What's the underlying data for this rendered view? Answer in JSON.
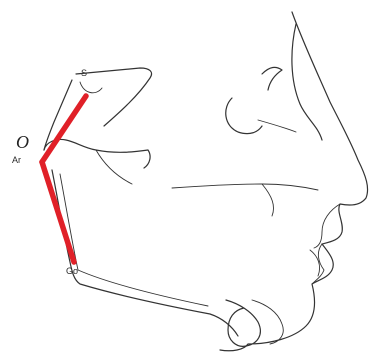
{
  "landmarks": {
    "s": "S",
    "ar": "Ar",
    "go": "Go",
    "o": "O"
  },
  "colors": {
    "ceph_line": "#e02028",
    "ink": "#333333",
    "background": "#ffffff"
  }
}
